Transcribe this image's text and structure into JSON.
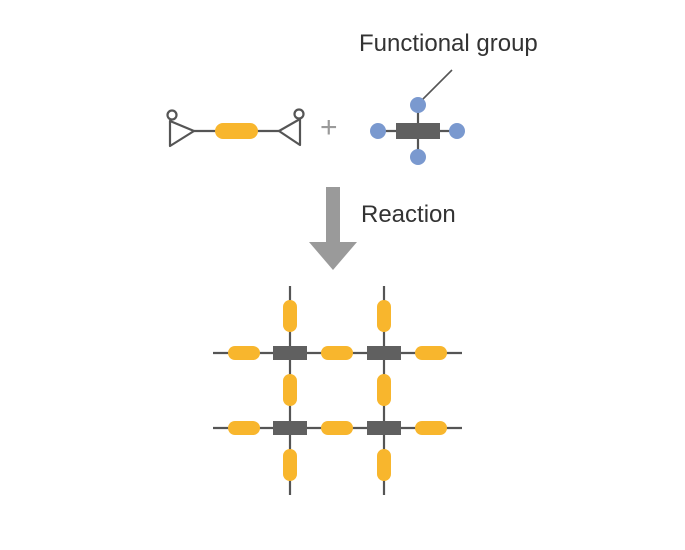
{
  "labels": {
    "functional_group": "Functional group",
    "reaction": "Reaction",
    "plus": "+"
  },
  "colors": {
    "linker": "#f8b62d",
    "core": "#606060",
    "bond": "#555555",
    "functional_group": "#7a99cf",
    "arrow": "#9a9a9a",
    "text": "#333333"
  },
  "icons": {
    "epoxide": "epoxide-ring",
    "reaction_arrow": "down-arrow"
  }
}
